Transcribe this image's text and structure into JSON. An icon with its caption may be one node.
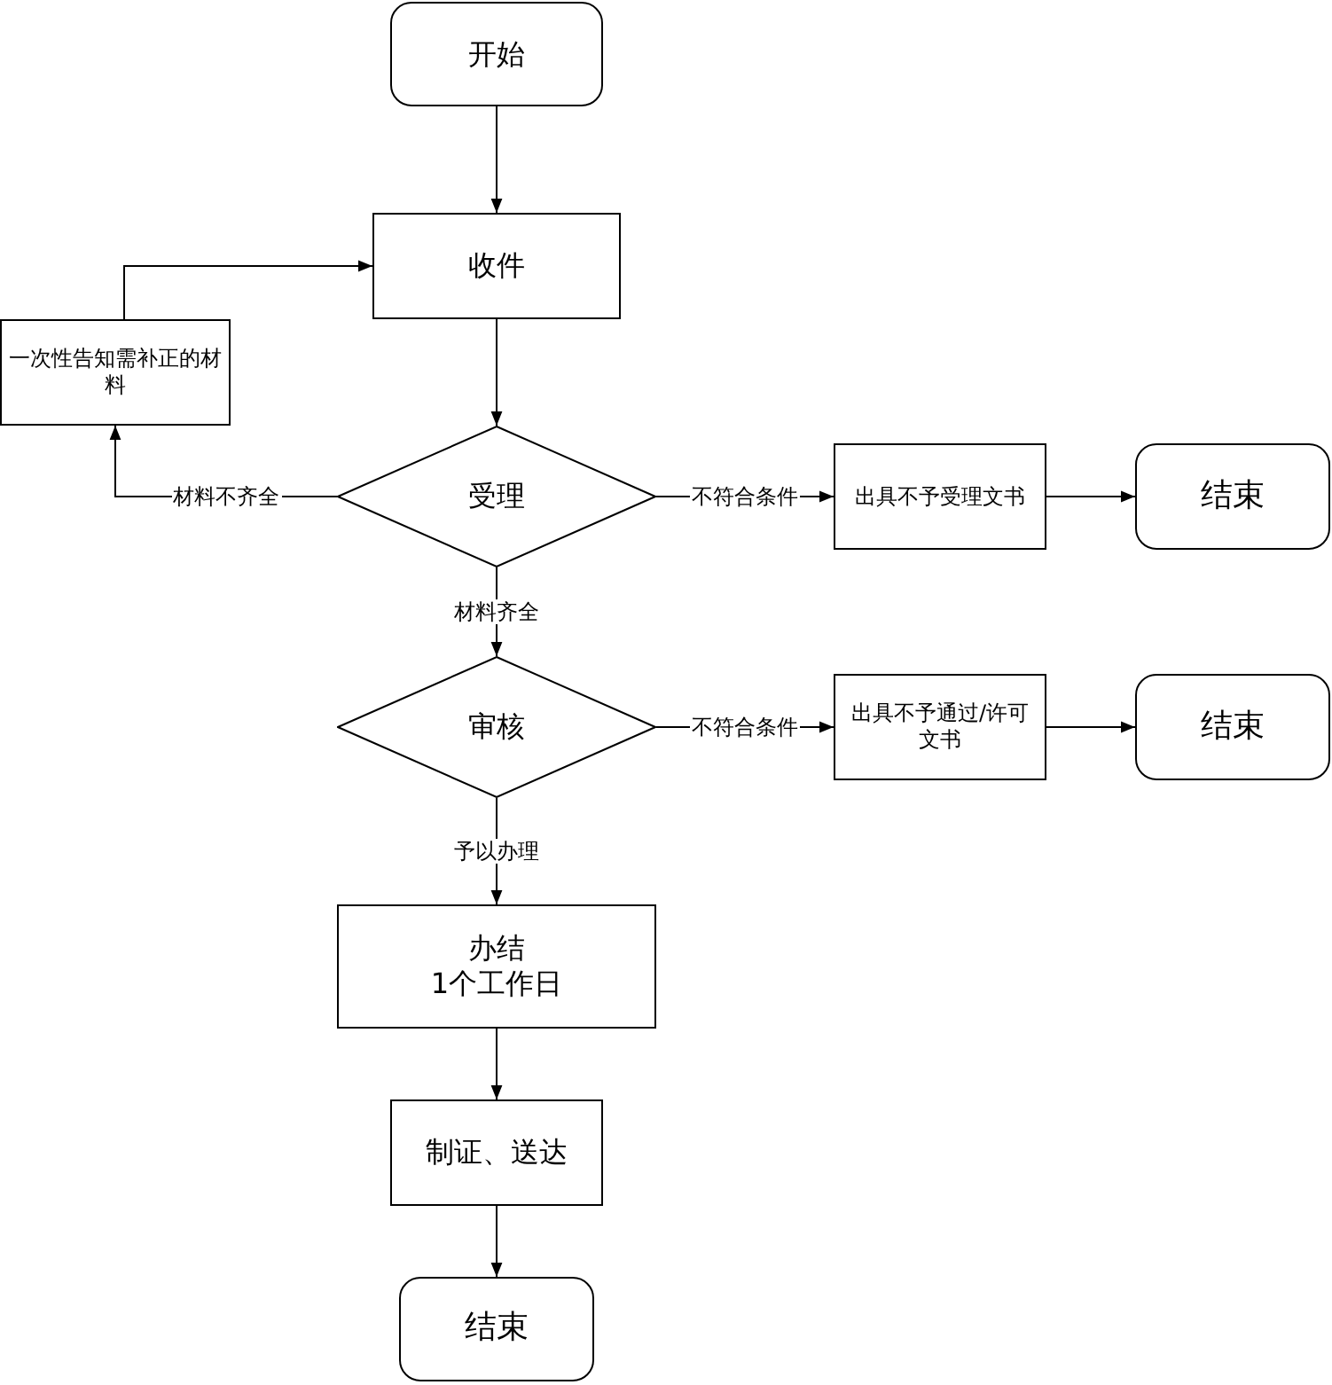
{
  "diagram": {
    "nodes": [
      {
        "text": [
          "开始"
        ]
      },
      {
        "text": [
          "收件"
        ]
      },
      {
        "text": [
          "一次性告知需补正的材料"
        ]
      },
      {
        "text": [
          "受理"
        ]
      },
      {
        "text": [
          "出具不予受理文书"
        ]
      },
      {
        "text": [
          "结束"
        ]
      },
      {
        "text": [
          "审核"
        ]
      },
      {
        "text": [
          "出具不予通过/许可文书"
        ]
      },
      {
        "text": [
          "结束"
        ]
      },
      {
        "text": [
          "办结",
          "1个工作日"
        ]
      },
      {
        "text": [
          "制证、送达"
        ]
      },
      {
        "text": [
          "结束"
        ]
      }
    ],
    "edges": [
      {
        "from": 0,
        "to": 1,
        "arrow": "to"
      },
      {
        "from": 1,
        "to": 3,
        "arrow": "to"
      },
      {
        "from": 3,
        "to": 2,
        "arrow": "to",
        "label": "材料不齐全"
      },
      {
        "from": 2,
        "to": 1,
        "arrow": "to"
      },
      {
        "from": 3,
        "to": 4,
        "arrow": "to",
        "label": "不符合条件"
      },
      {
        "from": 4,
        "to": 5,
        "arrow": "to"
      },
      {
        "from": 3,
        "to": 6,
        "arrow": "to",
        "label": "材料齐全"
      },
      {
        "from": 6,
        "to": 7,
        "arrow": "to",
        "label": "不符合条件"
      },
      {
        "from": 7,
        "to": 8,
        "arrow": "to"
      },
      {
        "from": 6,
        "to": 9,
        "arrow": "to",
        "label": "予以办理"
      },
      {
        "from": 9,
        "to": 10,
        "arrow": "to"
      },
      {
        "from": 10,
        "to": 11,
        "arrow": "to"
      }
    ]
  }
}
